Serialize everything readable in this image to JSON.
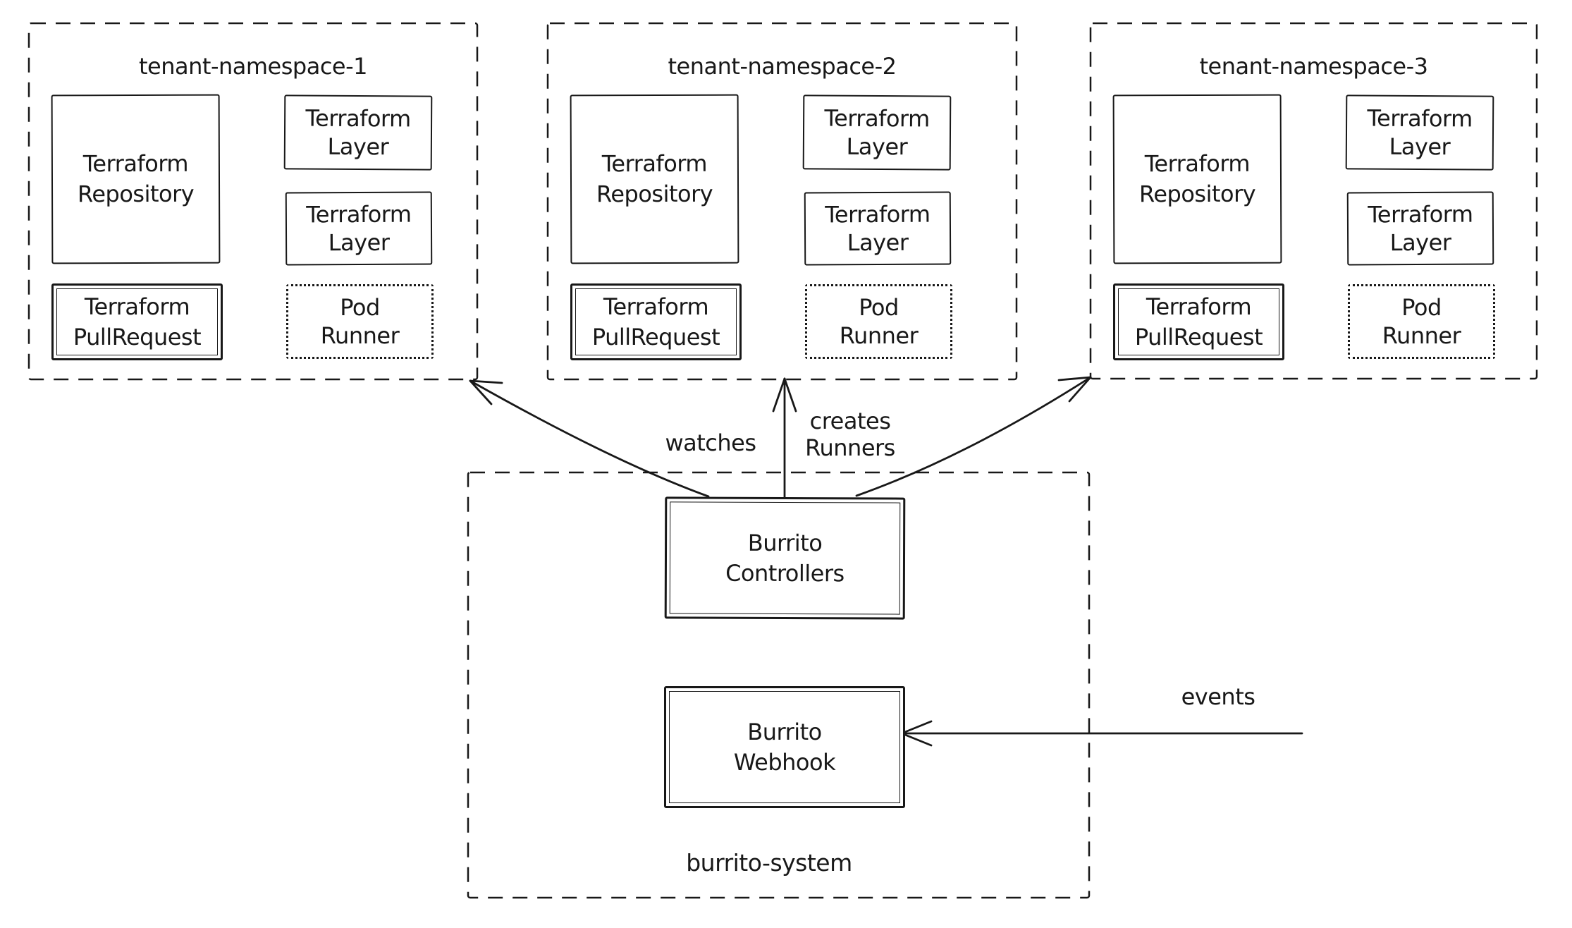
{
  "colors": {
    "ink": "#181818",
    "background": "#ffffff"
  },
  "namespaces": [
    {
      "title": "tenant-namespace-1"
    },
    {
      "title": "tenant-namespace-2"
    },
    {
      "title": "tenant-namespace-3"
    }
  ],
  "component_labels": {
    "repository": [
      "Terraform",
      "Repository"
    ],
    "layer": [
      "Terraform",
      "Layer"
    ],
    "pull_request": [
      "Terraform",
      "PullRequest"
    ],
    "pod_runner": [
      "Pod",
      "Runner"
    ]
  },
  "system": {
    "name": "burrito-system",
    "controllers": [
      "Burrito",
      "Controllers"
    ],
    "webhook": [
      "Burrito",
      "Webhook"
    ]
  },
  "annotations": {
    "watches": "watches",
    "creates_runners": [
      "creates",
      "Runners"
    ],
    "events": "events"
  }
}
